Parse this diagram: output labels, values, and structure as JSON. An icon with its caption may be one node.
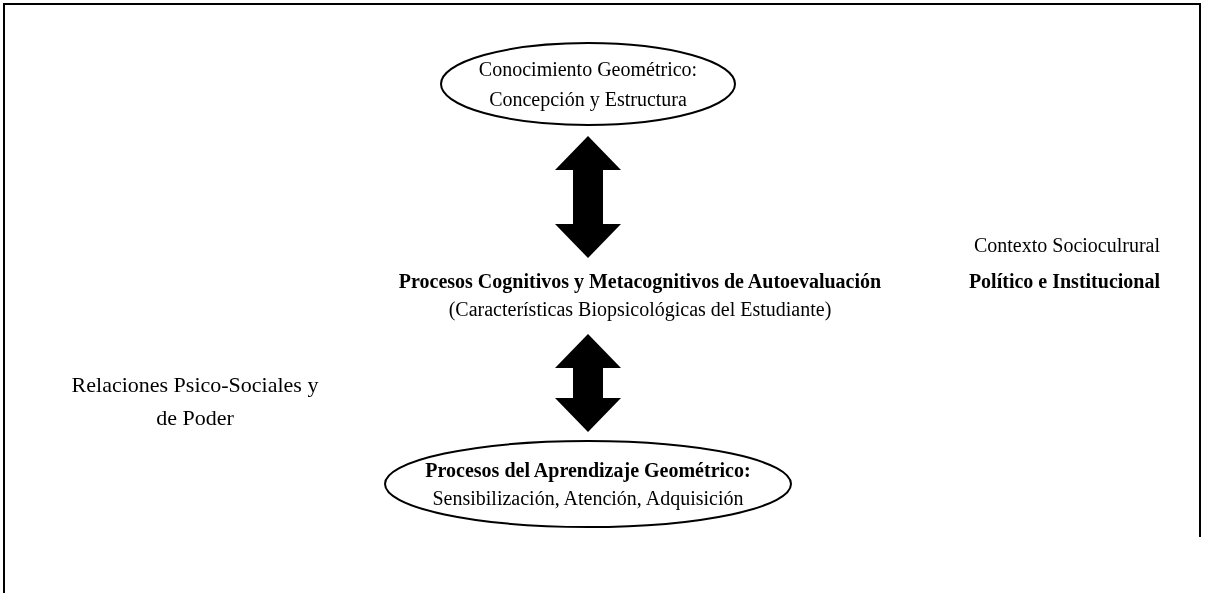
{
  "diagram": {
    "nodes": [
      {
        "text": [
          "Conocimiento Geométrico: Concepción y Estructura"
        ]
      },
      {
        "text": [
          "Procesos Cognitivos y Metacognitivos de Autoevaluación",
          "(Características Biopsicológicas del Estudiante)"
        ]
      },
      {
        "text": [
          "Procesos del Aprendizaje Geométrico:",
          "Sensibilización, Atención, Adquisición"
        ]
      }
    ],
    "edges": [
      {
        "from": 0,
        "to": 1,
        "arrow": "both"
      },
      {
        "from": 1,
        "to": 2,
        "arrow": "both"
      }
    ],
    "labels": [
      "Contexto Socioculrural",
      "Político e Institucional",
      "Relaciones Psico-Sociales y de Poder"
    ]
  }
}
